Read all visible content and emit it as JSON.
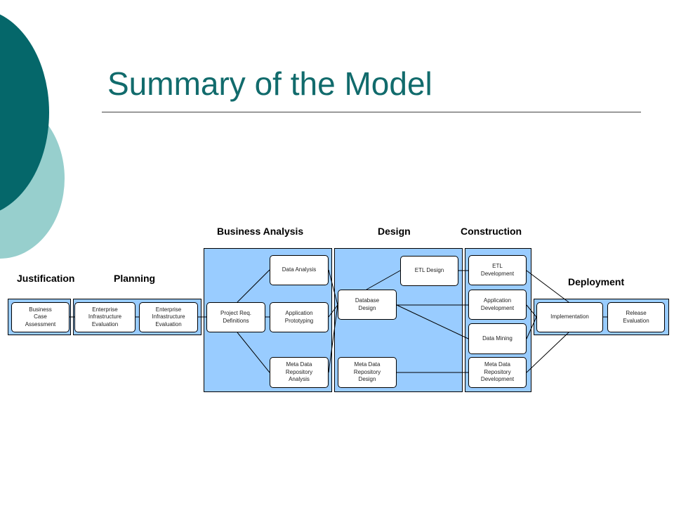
{
  "title": "Summary of the Model",
  "colors": {
    "title": "#116b6c",
    "accent_dark": "#05676a",
    "accent_light": "#97cfcd",
    "panel": "#99ccff"
  },
  "phases": {
    "justification": "Justification",
    "planning": "Planning",
    "business_analysis": "Business Analysis",
    "design": "Design",
    "construction": "Construction",
    "deployment": "Deployment"
  },
  "steps": {
    "business_case_assessment": "Business\nCase\nAssessment",
    "enterprise_infrastructure_evaluation_1": "Enterprise\nInfrastructure\nEvaluation",
    "enterprise_infrastructure_evaluation_2": "Enterprise\nInfrastructure\nEvaluation",
    "project_req_definitions": "Project Req.\nDefinitions",
    "data_analysis": "Data Analysis",
    "application_prototyping": "Application\nPrototyping",
    "meta_data_repository_analysis": "Meta Data\nReposi­tory\nAnalysis",
    "database_design": "Database\nDesign",
    "etl_design": "ETL Design",
    "meta_data_repository_design": "Meta Data\nRepository\nDesign",
    "etl_development": "ETL\nDevelopment",
    "application_development": "Application\nDevelopment",
    "data_mining": "Data Mining",
    "meta_data_repository_development": "Meta Data\nRepository\nDevelopment",
    "implementation": "Implementation",
    "release_evaluation": "Release\nEvaluation"
  }
}
